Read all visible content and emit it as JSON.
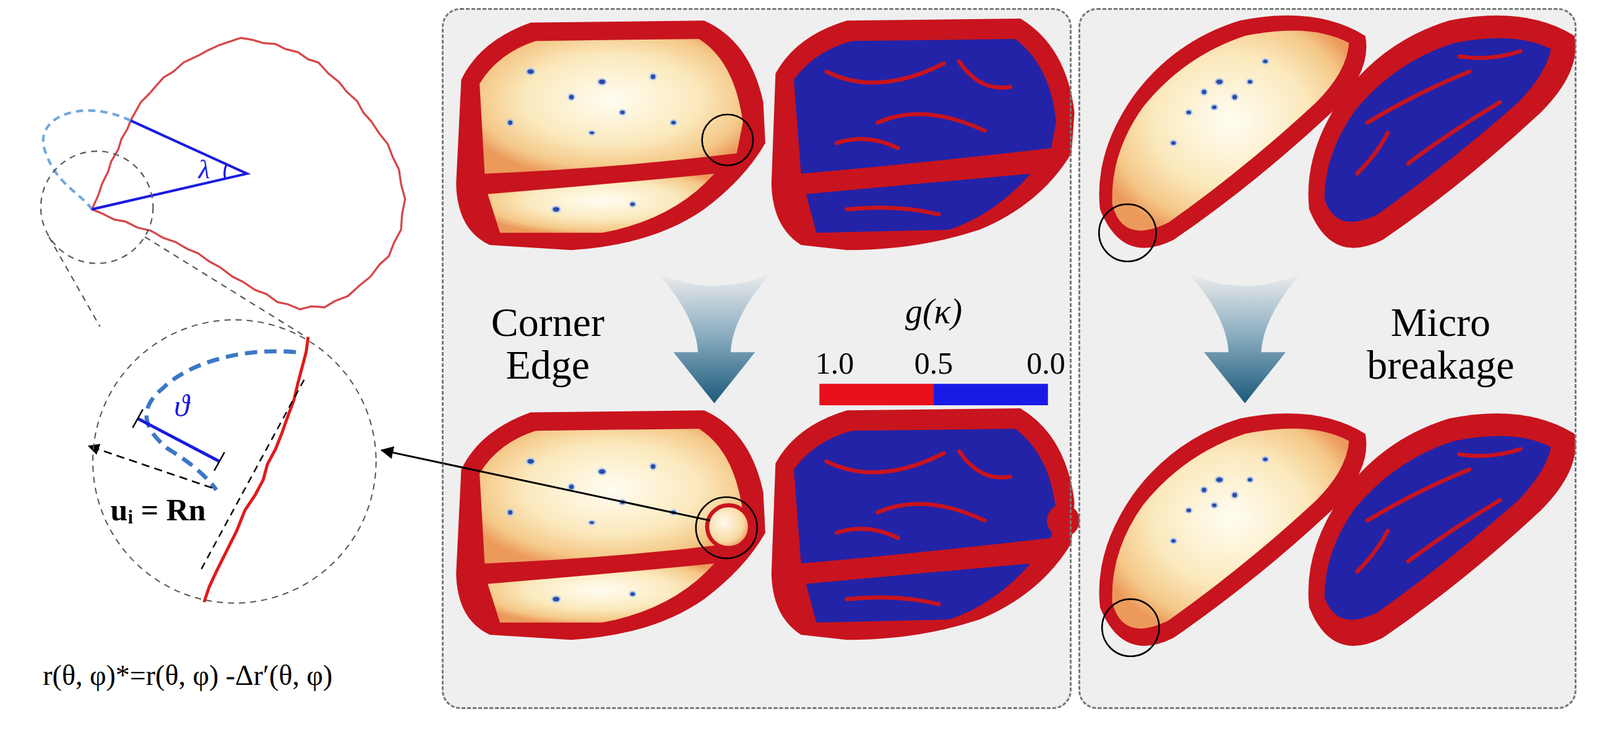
{
  "diagram": {
    "nodes": [
      {
        "text": [
          "Corner Edge"
        ]
      },
      {
        "text": [
          "Micro breakage"
        ]
      },
      {
        "text": [
          "ϑ",
          "uᵢ = Rn"
        ]
      }
    ],
    "labels": [
      "λ",
      "g(κ)",
      "1.0",
      "0.5",
      "0.0",
      "r(θ, φ)*=r(θ, φ) -Δr′(θ, φ)"
    ]
  }
}
